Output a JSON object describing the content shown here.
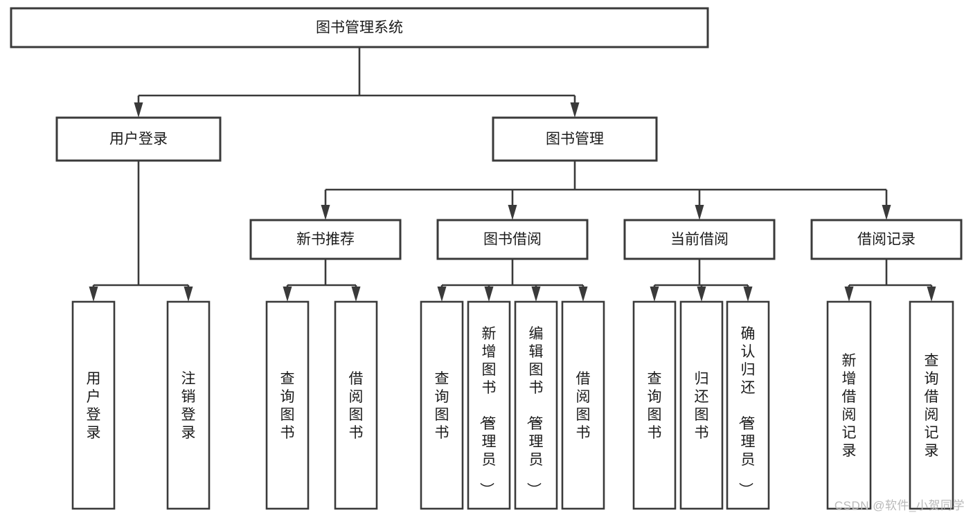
{
  "diagram": {
    "type": "tree",
    "title": "图书管理系统",
    "orientation": "top-down",
    "root": {
      "id": "root",
      "label": "图书管理系统",
      "shape": "rectangle",
      "orientation": "horizontal"
    },
    "levels": [
      {
        "name": "level-1",
        "nodes": [
          {
            "id": "user-login",
            "label": "用户登录",
            "orientation": "horizontal"
          },
          {
            "id": "book-manage",
            "label": "图书管理",
            "orientation": "horizontal"
          }
        ]
      },
      {
        "name": "level-2",
        "nodes": [
          {
            "id": "new-book-rec",
            "label": "新书推荐",
            "orientation": "horizontal",
            "parent": "book-manage"
          },
          {
            "id": "book-borrow",
            "label": "图书借阅",
            "orientation": "horizontal",
            "parent": "book-manage"
          },
          {
            "id": "current-borrow",
            "label": "当前借阅",
            "orientation": "horizontal",
            "parent": "book-manage"
          },
          {
            "id": "borrow-record",
            "label": "借阅记录",
            "orientation": "horizontal",
            "parent": "book-manage"
          }
        ]
      },
      {
        "name": "level-3",
        "nodes": [
          {
            "id": "leaf-user-login",
            "label": "用户登录",
            "orientation": "vertical",
            "parent": "user-login"
          },
          {
            "id": "leaf-logout",
            "label": "注销登录",
            "orientation": "vertical",
            "parent": "user-login"
          },
          {
            "id": "leaf-query-book-1",
            "label": "查询图书",
            "orientation": "vertical",
            "parent": "new-book-rec"
          },
          {
            "id": "leaf-borrow-book-1",
            "label": "借阅图书",
            "orientation": "vertical",
            "parent": "new-book-rec"
          },
          {
            "id": "leaf-query-book-2",
            "label": "查询图书",
            "orientation": "vertical",
            "parent": "book-borrow"
          },
          {
            "id": "leaf-add-book",
            "label": "新增图书（管理员）",
            "orientation": "vertical",
            "parent": "book-borrow"
          },
          {
            "id": "leaf-edit-book",
            "label": "编辑图书（管理员）",
            "orientation": "vertical",
            "parent": "book-borrow"
          },
          {
            "id": "leaf-borrow-book-2",
            "label": "借阅图书",
            "orientation": "vertical",
            "parent": "book-borrow"
          },
          {
            "id": "leaf-query-book-3",
            "label": "查询图书",
            "orientation": "vertical",
            "parent": "current-borrow"
          },
          {
            "id": "leaf-return-book",
            "label": "归还图书",
            "orientation": "vertical",
            "parent": "current-borrow"
          },
          {
            "id": "leaf-confirm-return",
            "label": "确认归还（管理员）",
            "orientation": "vertical",
            "parent": "current-borrow"
          },
          {
            "id": "leaf-add-record",
            "label": "新增借阅记录",
            "orientation": "vertical",
            "parent": "borrow-record"
          },
          {
            "id": "leaf-query-record",
            "label": "查询借阅记录",
            "orientation": "vertical",
            "parent": "borrow-record"
          }
        ]
      }
    ],
    "edges": [
      {
        "from": "root",
        "to": "user-login"
      },
      {
        "from": "root",
        "to": "book-manage"
      },
      {
        "from": "book-manage",
        "to": "new-book-rec"
      },
      {
        "from": "book-manage",
        "to": "book-borrow"
      },
      {
        "from": "book-manage",
        "to": "current-borrow"
      },
      {
        "from": "book-manage",
        "to": "borrow-record"
      },
      {
        "from": "user-login",
        "to": "leaf-user-login"
      },
      {
        "from": "user-login",
        "to": "leaf-logout"
      },
      {
        "from": "new-book-rec",
        "to": "leaf-query-book-1"
      },
      {
        "from": "new-book-rec",
        "to": "leaf-borrow-book-1"
      },
      {
        "from": "book-borrow",
        "to": "leaf-query-book-2"
      },
      {
        "from": "book-borrow",
        "to": "leaf-add-book"
      },
      {
        "from": "book-borrow",
        "to": "leaf-edit-book"
      },
      {
        "from": "book-borrow",
        "to": "leaf-borrow-book-2"
      },
      {
        "from": "current-borrow",
        "to": "leaf-query-book-3"
      },
      {
        "from": "current-borrow",
        "to": "leaf-return-book"
      },
      {
        "from": "current-borrow",
        "to": "leaf-confirm-return"
      },
      {
        "from": "borrow-record",
        "to": "leaf-add-record"
      },
      {
        "from": "borrow-record",
        "to": "leaf-query-record"
      }
    ],
    "colors": {
      "background": "#ffffff",
      "box_fill": "#ffffff",
      "box_stroke": "#3a3a3a",
      "text": "#1b1b1b",
      "connector": "#3a3a3a",
      "watermark": "#b9b9b9"
    }
  },
  "watermark": {
    "text": "CSDN @软件_小贺同学"
  }
}
